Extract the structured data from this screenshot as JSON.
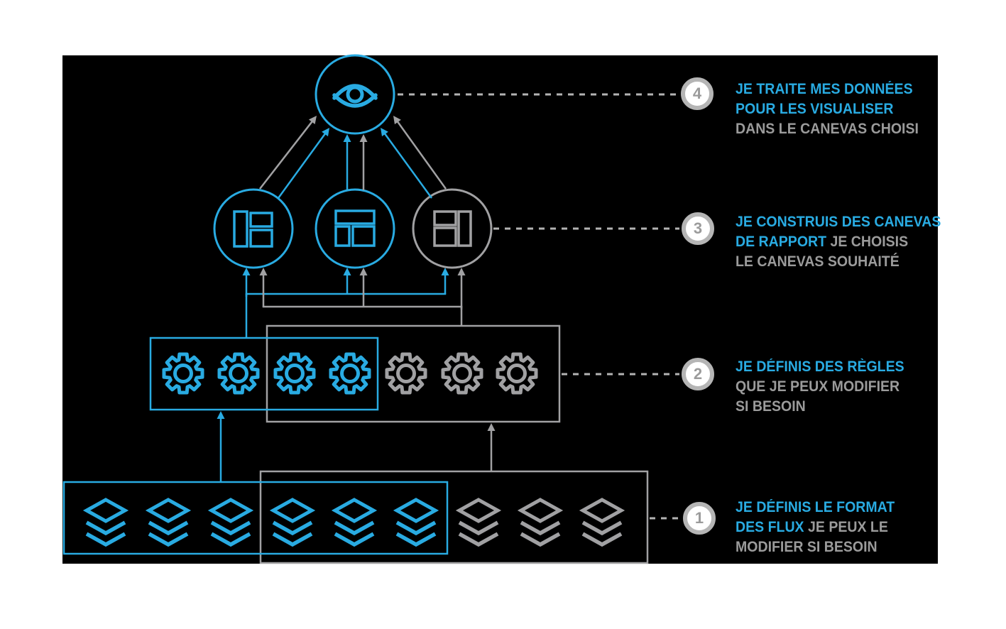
{
  "colors": {
    "blue": "#29abe2",
    "gray": "#a1a1a3",
    "gray_text": "#9b9b9b",
    "dash_gray": "#b3b3b3",
    "badge_ring": "#b5b5b5",
    "badge_number": "#9b9b9b",
    "board_background": "#000000",
    "page_background": "#ffffff"
  },
  "icons": {
    "eye": "eye-icon",
    "gear": "gear-icon",
    "layers": "layers-icon",
    "layout_left_split": "layout-left-split-icon",
    "layout_top_banner": "layout-top-banner-icon",
    "layout_right_split": "layout-right-split-icon"
  },
  "steps": [
    {
      "number": "4",
      "lines": [
        [
          {
            "text": "JE TRAITE MES DONNÉES",
            "color": "blue"
          }
        ],
        [
          {
            "text": "POUR LES VISUALISER",
            "color": "blue"
          }
        ],
        [
          {
            "text": "DANS LE CANEVAS CHOISI",
            "color": "gray"
          }
        ]
      ]
    },
    {
      "number": "3",
      "lines": [
        [
          {
            "text": "JE CONSTRUIS DES CANEVAS",
            "color": "blue"
          }
        ],
        [
          {
            "text": "DE RAPPORT",
            "color": "blue"
          },
          {
            "text": "JE CHOISIS",
            "color": "gray"
          }
        ],
        [
          {
            "text": "LE CANEVAS SOUHAITÉ",
            "color": "gray"
          }
        ]
      ]
    },
    {
      "number": "2",
      "lines": [
        [
          {
            "text": "JE DÉFINIS DES RÈGLES",
            "color": "blue"
          }
        ],
        [
          {
            "text": "QUE JE PEUX MODIFIER",
            "color": "gray"
          }
        ],
        [
          {
            "text": "SI BESOIN",
            "color": "gray"
          }
        ]
      ]
    },
    {
      "number": "1",
      "lines": [
        [
          {
            "text": "JE DÉFINIS LE FORMAT",
            "color": "blue"
          }
        ],
        [
          {
            "text": "DES FLUX",
            "color": "blue"
          },
          {
            "text": "JE PEUX LE",
            "color": "gray"
          }
        ],
        [
          {
            "text": "MODIFIER SI BESOIN",
            "color": "gray"
          }
        ]
      ]
    }
  ]
}
